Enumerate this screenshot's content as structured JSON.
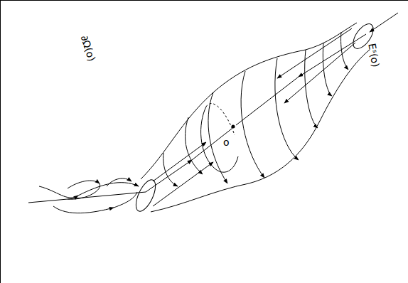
{
  "diagram": {
    "labels": [
      "∂Ω(o)",
      "o",
      "Eˢ(o)"
    ]
  }
}
